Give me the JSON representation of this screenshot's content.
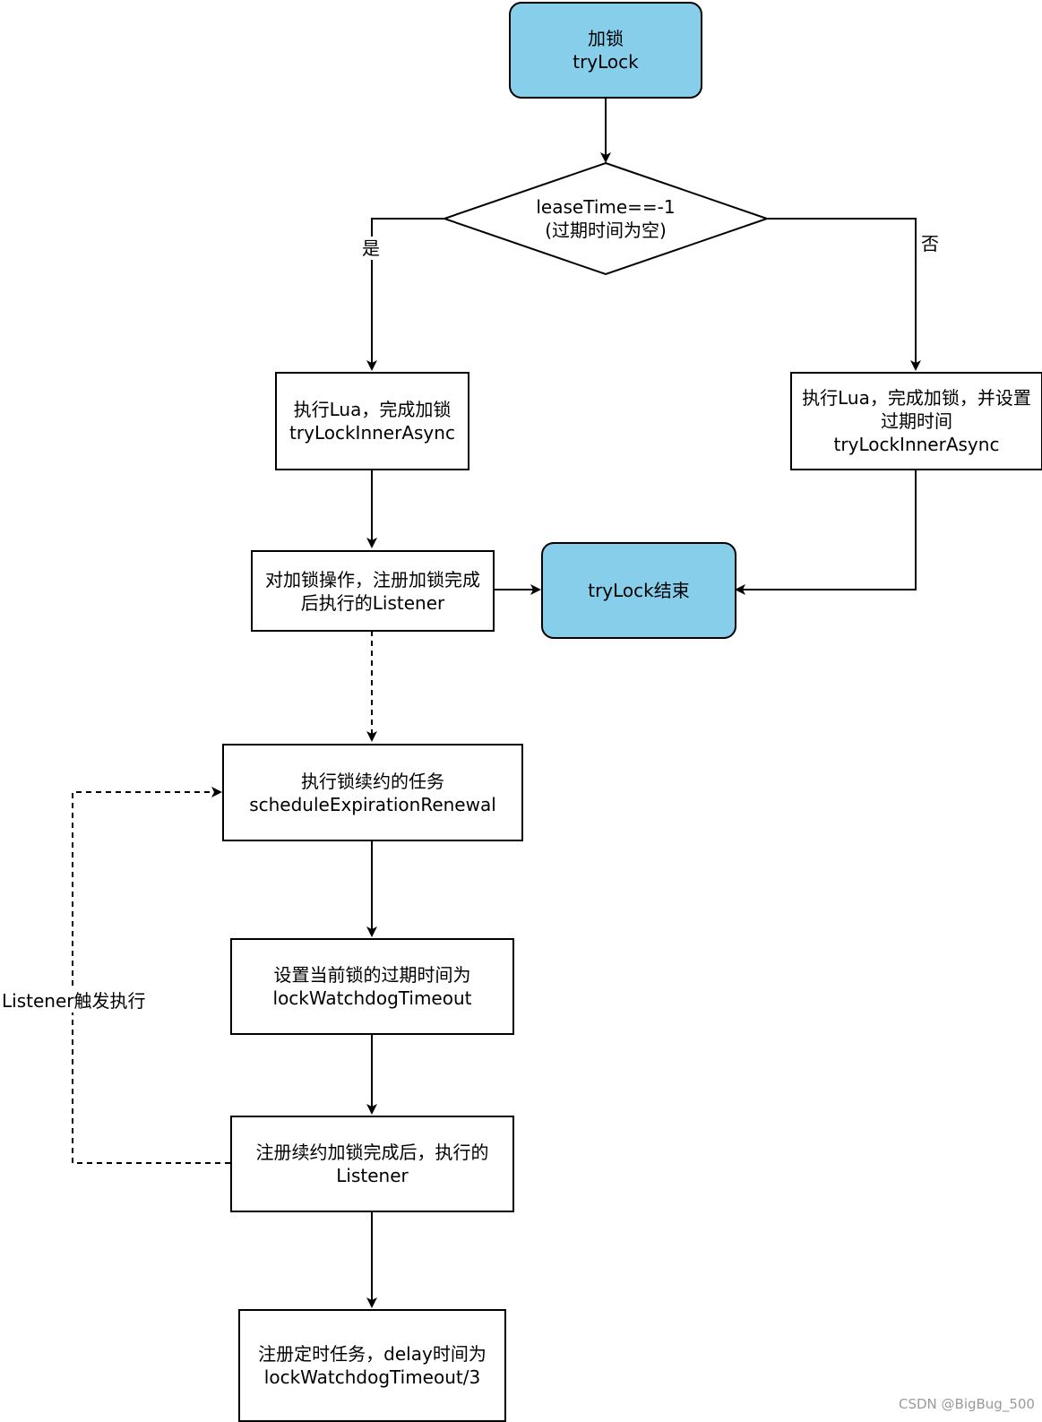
{
  "start": {
    "line1": "加锁",
    "line2": "tryLock"
  },
  "decision": {
    "line1": "leaseTime==-1",
    "line2": "(过期时间为空)"
  },
  "branch_yes": "是",
  "branch_no": "否",
  "lock_left": {
    "line1": "执行Lua，完成加锁",
    "line2": "tryLockInnerAsync"
  },
  "lock_right": {
    "line1": "执行Lua，完成加锁，并设置",
    "line2": "过期时间",
    "line3": "tryLockInnerAsync"
  },
  "register_listener": {
    "line1": "对加锁操作，注册加锁完成",
    "line2": "后执行的Listener"
  },
  "end": {
    "label": "tryLock结束"
  },
  "renewal_task": {
    "line1": "执行锁续约的任务",
    "line2": "scheduleExpirationRenewal"
  },
  "set_expire": {
    "line1": "设置当前锁的过期时间为",
    "line2": "lockWatchdogTimeout"
  },
  "register_renewal": {
    "line1": "注册续约加锁完成后，执行的",
    "line2": "Listener"
  },
  "schedule_timer": {
    "line1": "注册定时任务，delay时间为",
    "line2": "lockWatchdogTimeout/3"
  },
  "listener_trigger": "Listener触发执行",
  "watermark": "CSDN @BigBug_500",
  "colors": {
    "terminal_fill": "#87ceeb",
    "stroke": "#000000",
    "watermark": "#9a9a9a"
  }
}
